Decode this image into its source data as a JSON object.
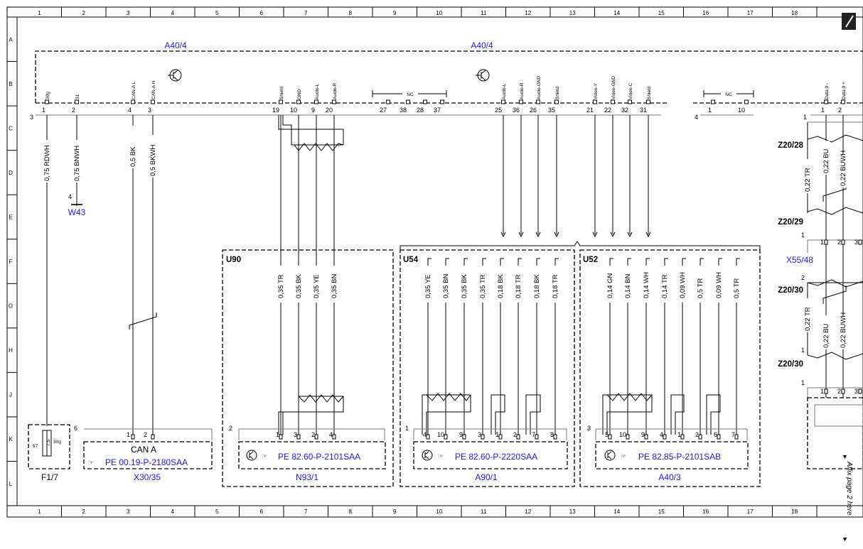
{
  "grid": {
    "columns": [
      "1",
      "2",
      "3",
      "4",
      "5",
      "6",
      "7",
      "8",
      "9",
      "10",
      "11",
      "12",
      "13",
      "14",
      "15",
      "16",
      "17",
      "18"
    ],
    "rows": [
      "A",
      "B",
      "C",
      "D",
      "E",
      "F",
      "G",
      "H",
      "J",
      "K",
      "L"
    ]
  },
  "components": {
    "a40_4_left": "A40/4",
    "a40_4_right": "A40/4",
    "w43": "W43",
    "w43_pin": "4",
    "x30_35": "X30/35",
    "n93_1": "N93/1",
    "a90_1": "A90/1",
    "a40_3": "A40/3",
    "f1_7": "F1/7",
    "x55_48": "X55/48",
    "z20_28": "Z20/28",
    "z20_29": "Z20/29",
    "z20_30a": "Z20/30",
    "z20_30b": "Z20/30",
    "u90": "U90",
    "u54": "U54",
    "u52": "U52",
    "can_a": "CAN A"
  },
  "connectors": {
    "left_pins": [
      {
        "label": "30g",
        "num": "1"
      },
      {
        "label": "31",
        "num": "2"
      },
      {
        "label": "CAN-A L",
        "num": "4"
      },
      {
        "label": "CAN-A H",
        "num": "3"
      }
    ],
    "n93_pins": [
      {
        "label": "Shield",
        "num": "19"
      },
      {
        "label": "GND",
        "num": "10"
      },
      {
        "label": "Audio-L",
        "num": "9"
      },
      {
        "label": "Audio-R",
        "num": "20"
      }
    ],
    "nc_label": "NC",
    "nc_pins": [
      "27",
      "38",
      "28",
      "37"
    ],
    "a90_pins": [
      {
        "label": "Audio-L",
        "num": "25"
      },
      {
        "label": "Audio-R",
        "num": "36"
      },
      {
        "label": "Audio-GND",
        "num": "26"
      },
      {
        "label": "Shield",
        "num": "35"
      }
    ],
    "video_pins": [
      {
        "label": "Video-Y",
        "num": "21"
      },
      {
        "label": "Video-GND",
        "num": "22"
      },
      {
        "label": "Video-C",
        "num": "32"
      },
      {
        "label": "Shield",
        "num": "31"
      }
    ],
    "nc2_pins": [
      "1",
      "10"
    ],
    "data_pins": [
      {
        "label": "Data 0 -",
        "num": "1"
      },
      {
        "label": "Data 0 +",
        "num": "2"
      }
    ],
    "conn_left_index": "3",
    "conn_mid_index": "4",
    "conn_right_index": "1"
  },
  "wires": {
    "left": [
      "0,75 RDWH",
      "0,75 BNWH",
      "0,5 BK",
      "0,5 BKWH"
    ],
    "u90": [
      "0,35 TR",
      "0,35 BK",
      "0,35 YE",
      "0,35 BN"
    ],
    "u54": [
      "0,35 YE",
      "0,35 BN",
      "0,35 BK",
      "0,35 TR",
      "0,18 BK",
      "0,18 TR",
      "0,18 BK",
      "0,18 TR"
    ],
    "u52": [
      "0,14 GN",
      "0,14 BN",
      "0,14 WH",
      "0,14 TR",
      "0,09 WH",
      "0,5 TR",
      "0,09 WH",
      "0,5 TR"
    ],
    "right_top": [
      "0,22 TR",
      "0,22 BU",
      "0,22 BUWH"
    ],
    "right_bottom": [
      "0,22 TR",
      "0,22 BU",
      "0,22 BUWH"
    ]
  },
  "bottom_connectors": {
    "can": {
      "pins": [
        "1",
        "2"
      ],
      "index": "6",
      "ref": "PE 00.19-P-2180SAA"
    },
    "n93": {
      "index": "2",
      "pins": [
        "1",
        "3",
        "2",
        "4"
      ],
      "ref": "PE 82.60-P-2101SAA"
    },
    "a90": {
      "index": "1",
      "pins": [
        "4",
        "10",
        "9",
        "3",
        "1",
        "2",
        "7",
        "8"
      ],
      "ref": "PE 82.60-P-2220SAA"
    },
    "a40_3": {
      "index": "3",
      "pins": [
        "5",
        "10",
        "9",
        "4",
        "1",
        "2",
        "6",
        "7"
      ],
      "ref": "PE 82.85-P-2101SAB"
    }
  },
  "fuse": {
    "value": "7,5",
    "pin_a": "97",
    "pin_b": "30g"
  },
  "right_side": {
    "x55_pins": [
      "1",
      "2",
      "3"
    ],
    "x55_index": "1",
    "z20_30a_index": "2",
    "z20_30b_index": "1",
    "bottom_block_index": "1",
    "bottom_pins": [
      "1",
      "2",
      "3"
    ],
    "affix_text": "Affix page 2 here"
  },
  "colors": {
    "blue": "#1a1aff",
    "line": "#000000"
  }
}
